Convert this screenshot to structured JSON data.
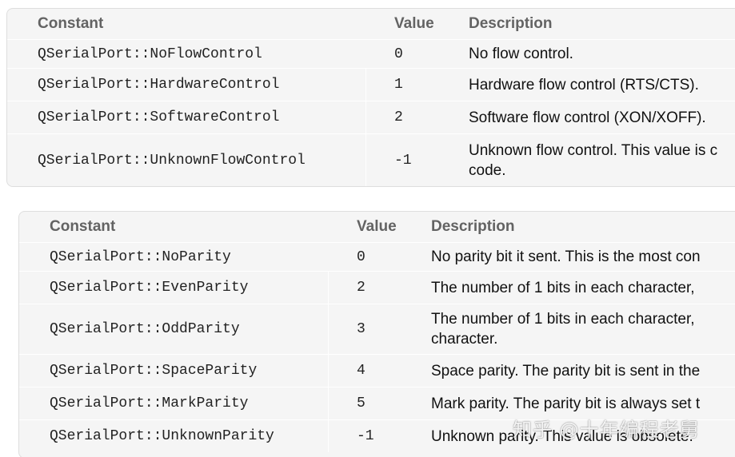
{
  "flow_table": {
    "headers": {
      "constant": "Constant",
      "value": "Value",
      "description": "Description"
    },
    "rows": [
      {
        "constant": "QSerialPort::NoFlowControl",
        "value": "0",
        "description": [
          "No flow control."
        ]
      },
      {
        "constant": "QSerialPort::HardwareControl",
        "value": "1",
        "description": [
          "Hardware flow control (RTS/CTS)."
        ]
      },
      {
        "constant": "QSerialPort::SoftwareControl",
        "value": "2",
        "description": [
          "Software flow control (XON/XOFF)."
        ]
      },
      {
        "constant": "QSerialPort::UnknownFlowControl",
        "value": "-1",
        "description": [
          "Unknown flow control. This value is c",
          "code."
        ]
      }
    ]
  },
  "parity_table": {
    "headers": {
      "constant": "Constant",
      "value": "Value",
      "description": "Description"
    },
    "rows": [
      {
        "constant": "QSerialPort::NoParity",
        "value": "0",
        "description": [
          "No parity bit it sent. This is the most con"
        ]
      },
      {
        "constant": "QSerialPort::EvenParity",
        "value": "2",
        "description": [
          "The number of 1 bits in each character,"
        ]
      },
      {
        "constant": "QSerialPort::OddParity",
        "value": "3",
        "description": [
          "The number of 1 bits in each character,",
          "character."
        ]
      },
      {
        "constant": "QSerialPort::SpaceParity",
        "value": "4",
        "description": [
          "Space parity. The parity bit is sent in the"
        ]
      },
      {
        "constant": "QSerialPort::MarkParity",
        "value": "5",
        "description": [
          "Mark parity. The parity bit is always set t"
        ]
      },
      {
        "constant": "QSerialPort::UnknownParity",
        "value": "-1",
        "description": [
          "Unknown parity. This value is obsolete."
        ]
      }
    ]
  },
  "watermark": {
    "text": "知乎 @十年编程老舅"
  }
}
